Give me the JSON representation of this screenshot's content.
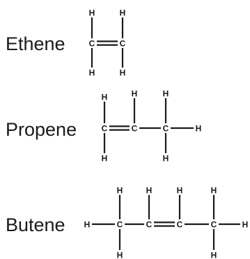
{
  "molecules": [
    {
      "name": "Ethene",
      "atoms": [
        "H",
        "H",
        "C",
        "C",
        "H",
        "H"
      ],
      "bonds": [
        [
          0,
          2,
          1
        ],
        [
          1,
          3,
          1
        ],
        [
          2,
          3,
          2
        ],
        [
          2,
          4,
          1
        ],
        [
          3,
          5,
          1
        ]
      ]
    },
    {
      "name": "Propene",
      "atoms": [
        "H",
        "H",
        "H",
        "C",
        "C",
        "C",
        "H",
        "H",
        "H"
      ],
      "bonds": [
        [
          0,
          3,
          1
        ],
        [
          1,
          4,
          1
        ],
        [
          2,
          5,
          1
        ],
        [
          3,
          4,
          2
        ],
        [
          4,
          5,
          1
        ],
        [
          5,
          6,
          1
        ],
        [
          3,
          7,
          1
        ],
        [
          5,
          8,
          1
        ]
      ]
    },
    {
      "name": "Butene",
      "atoms": [
        "H",
        "H",
        "H",
        "H",
        "H",
        "C",
        "C",
        "C",
        "C",
        "H",
        "H",
        "H"
      ],
      "bonds": [
        [
          0,
          5,
          1
        ],
        [
          1,
          5,
          1
        ],
        [
          2,
          6,
          1
        ],
        [
          3,
          7,
          1
        ],
        [
          4,
          8,
          1
        ],
        [
          5,
          6,
          1
        ],
        [
          6,
          7,
          2
        ],
        [
          7,
          8,
          1
        ],
        [
          8,
          9,
          1
        ],
        [
          5,
          10,
          1
        ],
        [
          8,
          11,
          1
        ]
      ]
    }
  ]
}
